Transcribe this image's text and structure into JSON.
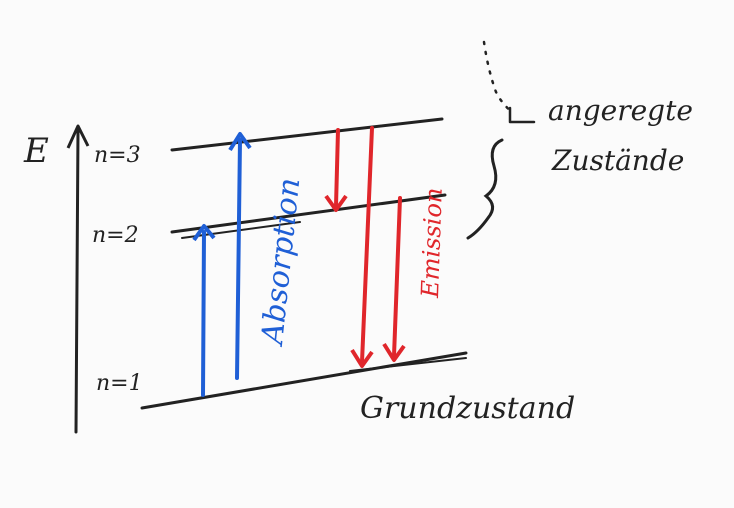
{
  "axis_label": "E",
  "levels": [
    {
      "key": "n3",
      "label": "n=3"
    },
    {
      "key": "n2",
      "label": "n=2"
    },
    {
      "key": "n1",
      "label": "n=1"
    }
  ],
  "absorption_label": "Absorption",
  "emission_label": "Emission",
  "excited_states_label_line1": "angeregte",
  "excited_states_label_line2": "Zustände",
  "ground_state_label": "Grundzustand",
  "colors": {
    "ink": "#222222",
    "absorption": "#1f5fd6",
    "emission": "#e0262b"
  },
  "icons": {
    "excited_brace": "curly-brace-icon",
    "arrow_marker": "arrow-right-icon"
  }
}
